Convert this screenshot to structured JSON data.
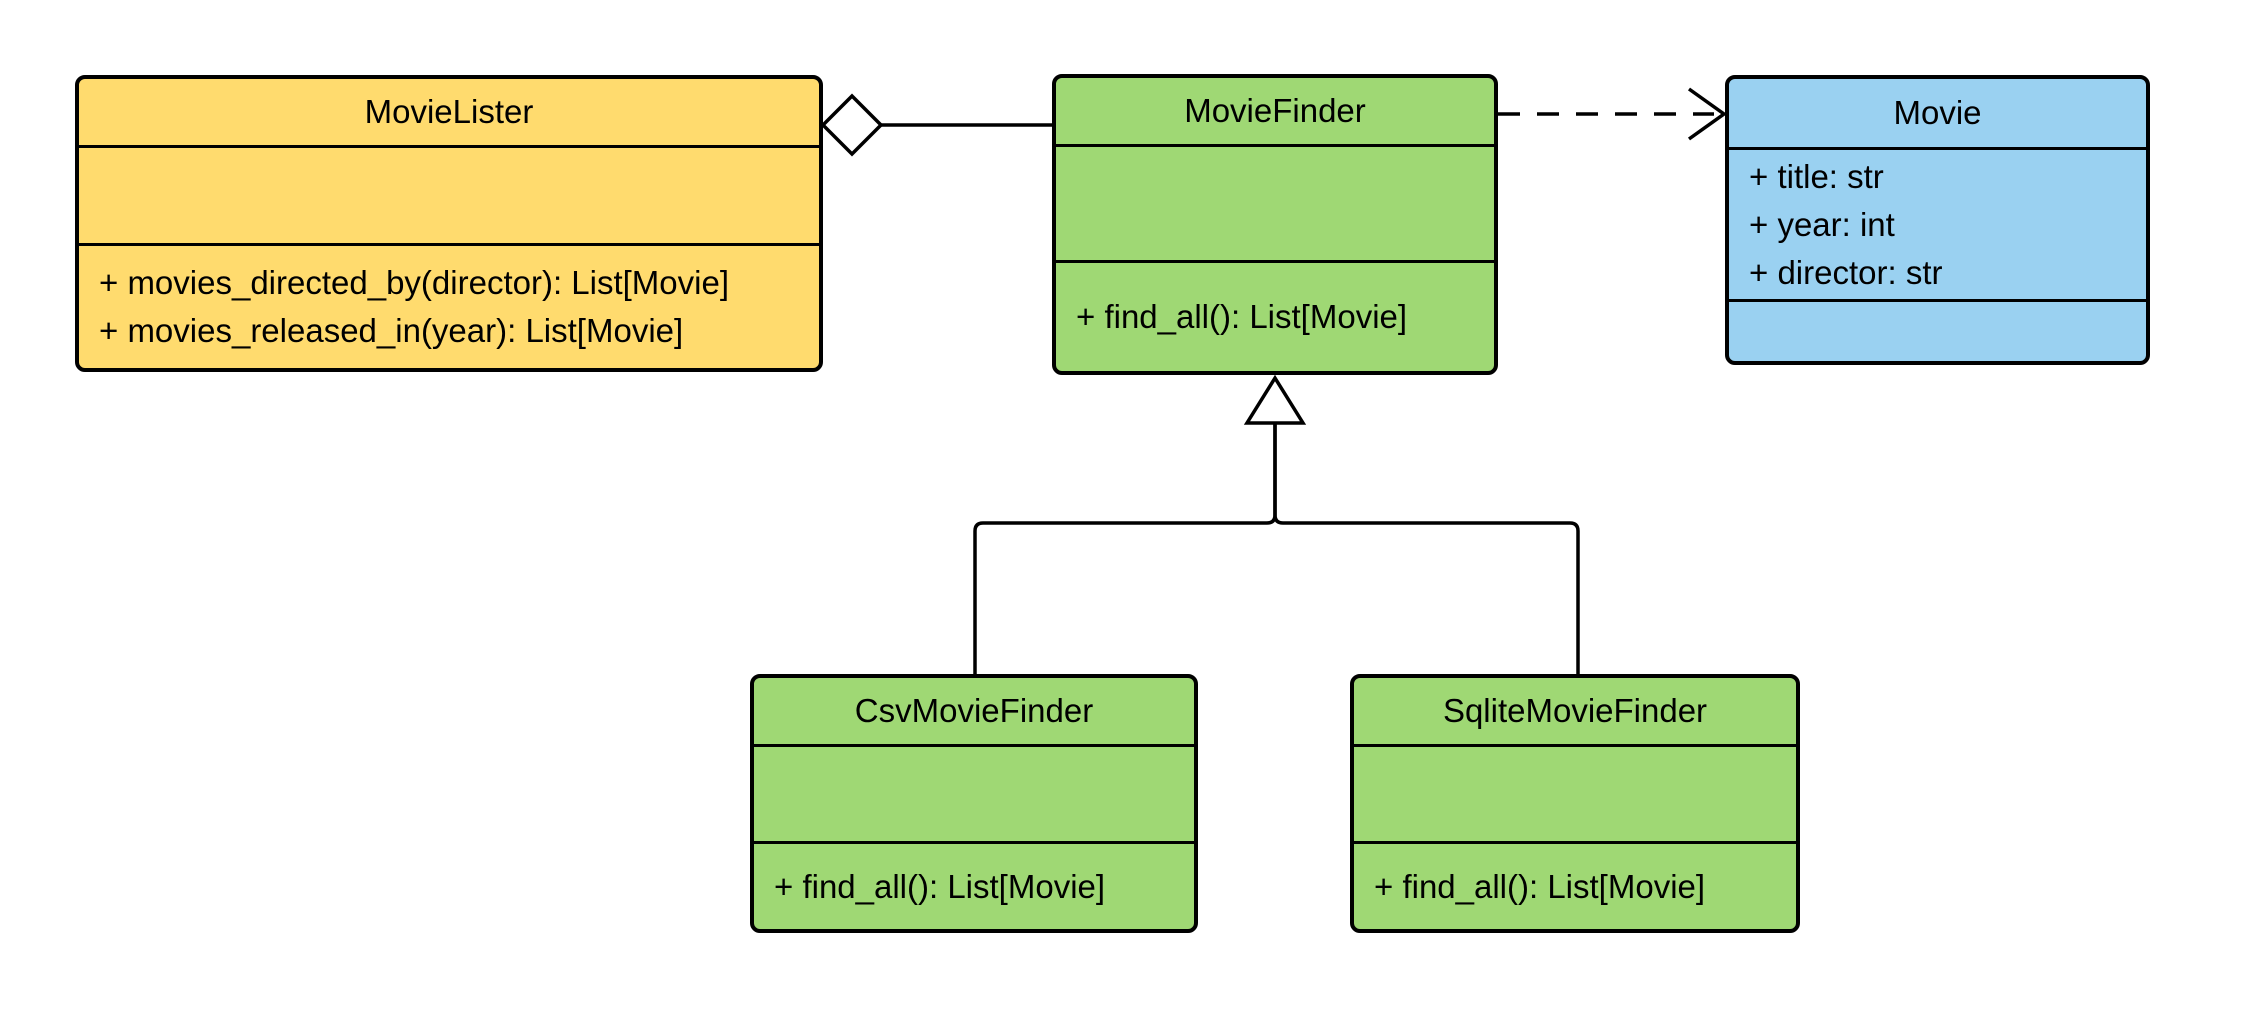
{
  "diagram": {
    "type": "uml-class-diagram",
    "background": "#FFFFFF",
    "stroke_color": "#000000"
  },
  "classes": [
    {
      "name": "MovieLister",
      "fill": "#FFDB6E",
      "attributes": [],
      "methods": [
        "+ movies_directed_by(director): List[Movie]",
        "+ movies_released_in(year): List[Movie]"
      ]
    },
    {
      "name": "MovieFinder",
      "fill": "#9FD874",
      "attributes": [],
      "methods": [
        "+ find_all(): List[Movie]"
      ]
    },
    {
      "name": "Movie",
      "fill": "#9AD1F1",
      "attributes": [
        "+ title: str",
        "+ year: int",
        "+ director: str"
      ],
      "methods": []
    },
    {
      "name": "CsvMovieFinder",
      "fill": "#9FD874",
      "attributes": [],
      "methods": [
        "+ find_all(): List[Movie]"
      ]
    },
    {
      "name": "SqliteMovieFinder",
      "fill": "#9FD874",
      "attributes": [],
      "methods": [
        "+ find_all(): List[Movie]"
      ]
    }
  ],
  "relationships": [
    {
      "type": "aggregation",
      "from": "MovieLister",
      "to": "MovieFinder",
      "line": "solid",
      "marker": "hollow-diamond"
    },
    {
      "type": "dependency",
      "from": "MovieFinder",
      "to": "Movie",
      "line": "dashed",
      "marker": "open-arrow"
    },
    {
      "type": "inheritance",
      "from": "CsvMovieFinder",
      "to": "MovieFinder",
      "line": "solid",
      "marker": "hollow-triangle"
    },
    {
      "type": "inheritance",
      "from": "SqliteMovieFinder",
      "to": "MovieFinder",
      "line": "solid",
      "marker": "hollow-triangle"
    }
  ]
}
